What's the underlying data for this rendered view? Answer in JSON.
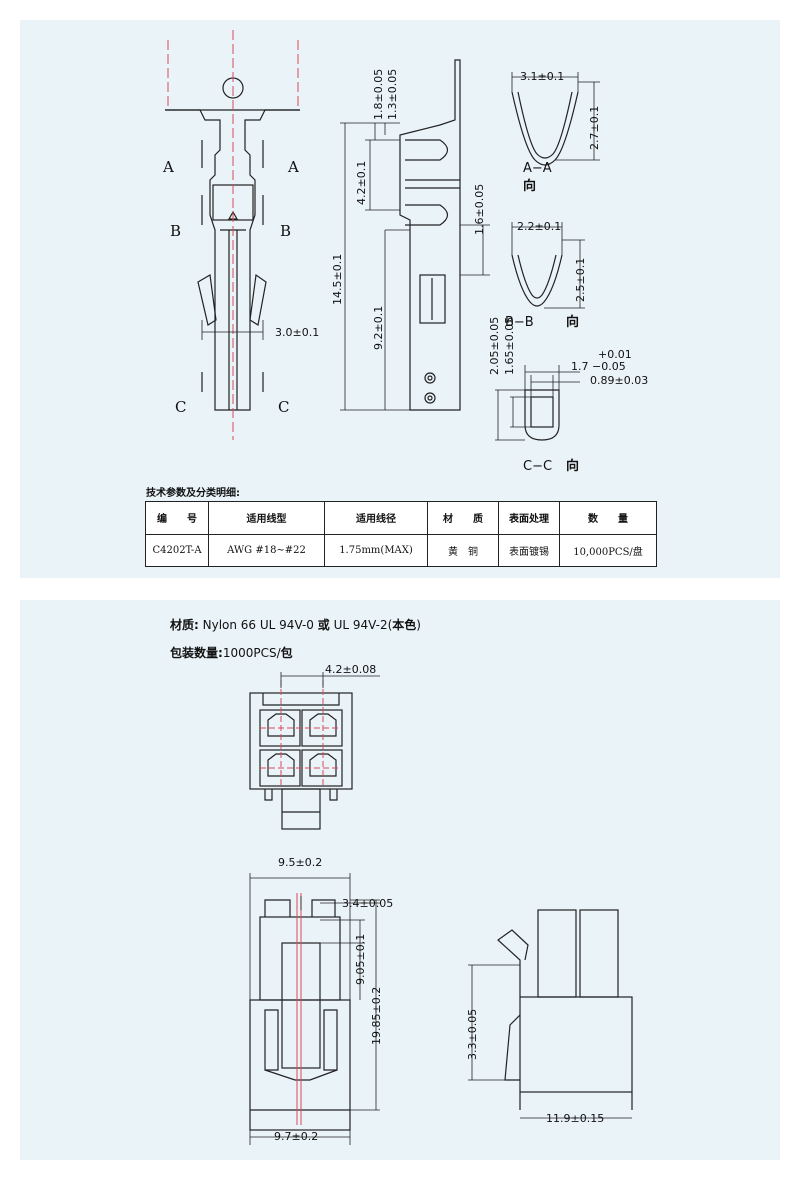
{
  "top": {
    "sections": {
      "aa": "A−A",
      "aa_dir": "向",
      "bb": "B−B",
      "bb_dir": "向",
      "cc": "C−C",
      "cc_dir": "向"
    },
    "letters": {
      "a": "A",
      "b": "B",
      "c": "C"
    },
    "dims": {
      "d31": "3.1±0.1",
      "d27": "2.7±0.1",
      "d22": "2.2±0.1",
      "d25": "2.5±0.1",
      "d18": "1.8±0.05",
      "d13": "1.3±0.05",
      "d42": "4.2±0.1",
      "d16": "1.6±0.05",
      "d145": "14.5±0.1",
      "d92": "9.2±0.1",
      "d30": "3.0±0.1",
      "d205": "2.05±0.05",
      "d165": "1.65±0.05",
      "d17": "1.7",
      "d17up": "+0.01",
      "d17dn": "−0.05",
      "d089": "0.89±0.03"
    }
  },
  "spec": {
    "title": "技术参数及分类明细:",
    "headers": [
      "编　　号",
      "适用线型",
      "适用线径",
      "材　　质",
      "表面处理",
      "数　　量"
    ],
    "row": [
      "C4202T-A",
      "AWG #18∼#22",
      "1.75mm(MAX)",
      "黄　铜",
      "表面镀锡",
      "10,000PCS/盘"
    ]
  },
  "bottom": {
    "material_label": "材质:",
    "material_value": " Nylon 66 UL 94V-0 ",
    "material_or": "或",
    "material_value2": " UL 94V-2(",
    "material_native": "本色",
    "material_close": ")",
    "pack_label": "包装数量:",
    "pack_value": "1000PCS/",
    "pack_unit": "包",
    "dims": {
      "d42": "4.2±0.08",
      "d95": "9.5±0.2",
      "d34": "3.4±0.05",
      "d905": "9.05±0.1",
      "d1985": "19.85±0.2",
      "d97": "9.7±0.2",
      "d33": "3.3±0.05",
      "d119": "11.9±0.15"
    }
  }
}
